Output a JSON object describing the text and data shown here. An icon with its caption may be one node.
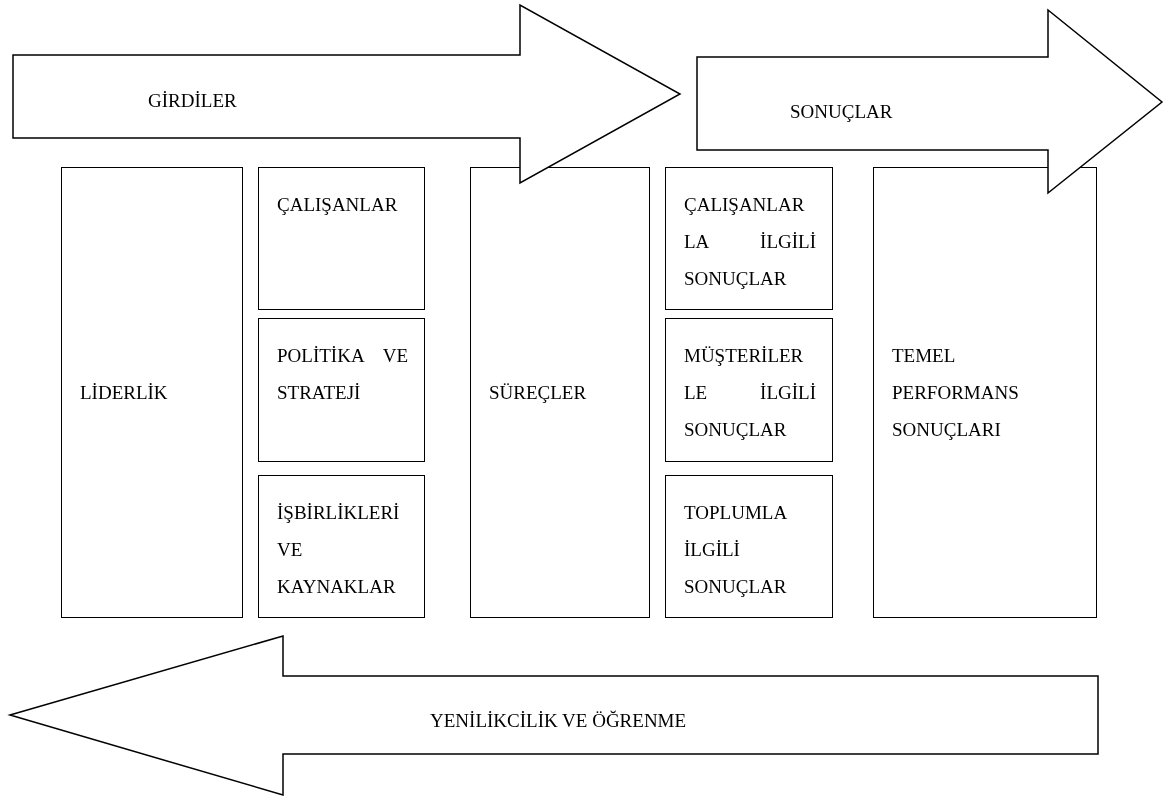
{
  "diagram": {
    "nodes": [
      {
        "text": [
          "GİRDİLER"
        ]
      },
      {
        "text": [
          "SONUÇLAR"
        ]
      },
      {
        "text": [
          "LİDERLİK"
        ]
      },
      {
        "text": [
          "ÇALIŞANLAR"
        ]
      },
      {
        "text": [
          "POLİTİKA VE STRATEJİ"
        ]
      },
      {
        "text": [
          "İŞBİRLİKLERİ VE KAYNAKLAR"
        ]
      },
      {
        "text": [
          "SÜREÇLER"
        ]
      },
      {
        "text": [
          "ÇALIŞANLAR LA İLGİLİ SONUÇLAR"
        ]
      },
      {
        "text": [
          "MÜŞTERİLER LE İLGİLİ SONUÇLAR"
        ]
      },
      {
        "text": [
          "TOPLUMLA İLGİLİ SONUÇLAR"
        ]
      },
      {
        "text": [
          "TEMEL PERFORMANS SONUÇLARI"
        ]
      },
      {
        "text": [
          "YENİLİKCİLİK VE ÖĞRENME"
        ]
      }
    ],
    "edges": []
  }
}
